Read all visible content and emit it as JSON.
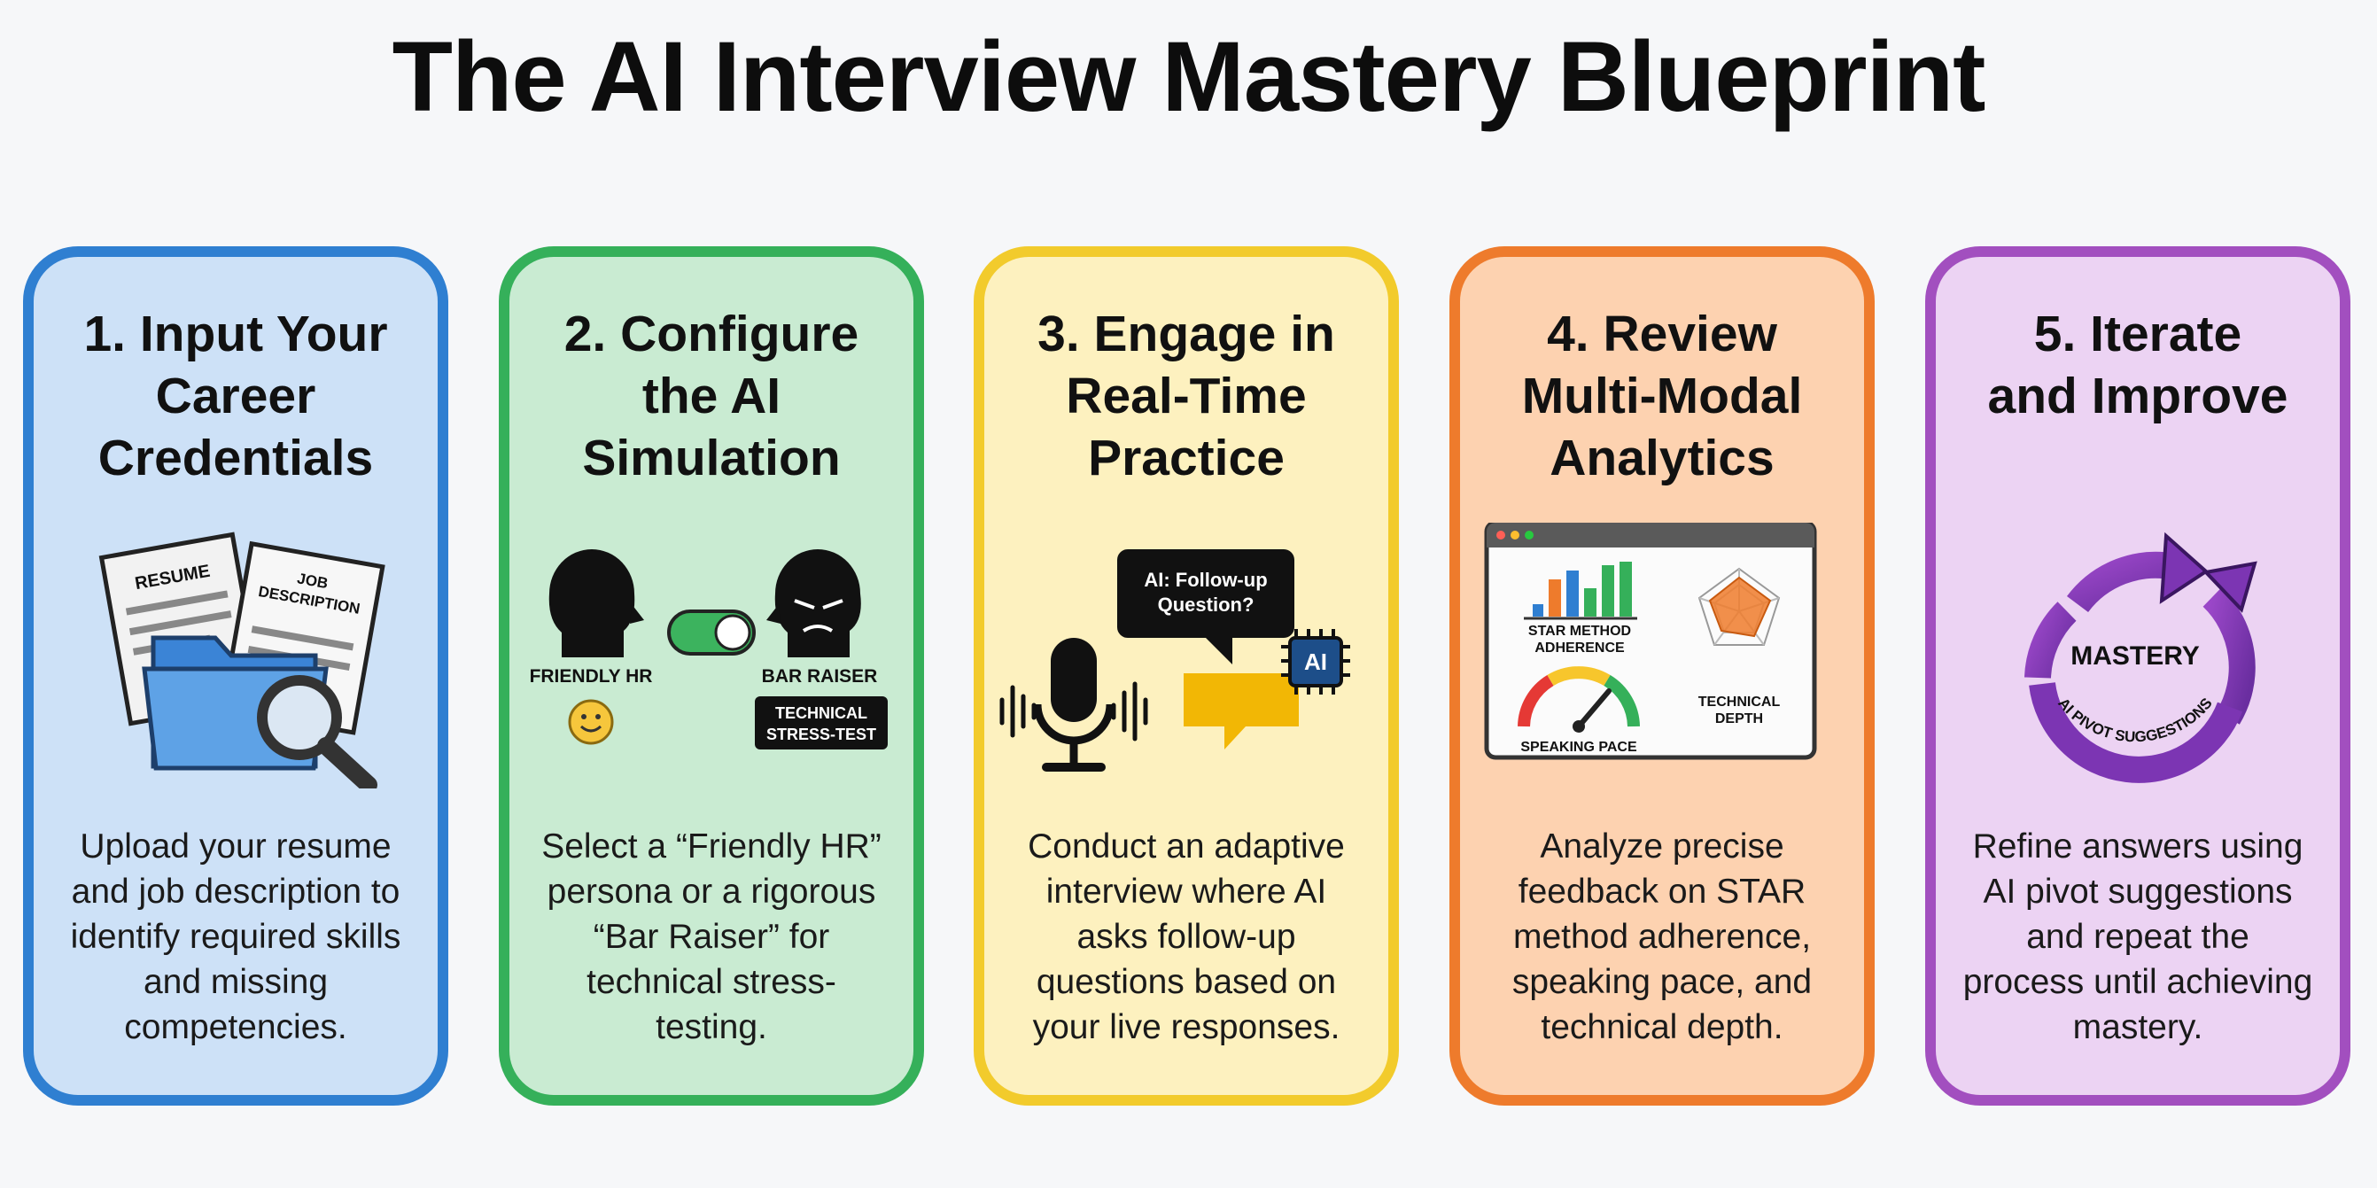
{
  "title": "The AI Interview Mastery Blueprint",
  "colors": {
    "blue": "#2f7fd1",
    "blue_bg": "#cde1f7",
    "green": "#35b05a",
    "green_bg": "#c9ebd2",
    "yellow": "#f2cb2c",
    "yellow_bg": "#fdf1bf",
    "orange": "#ee7b2c",
    "orange_bg": "#fdd2b0",
    "purple": "#a24fbf",
    "purple_bg": "#ecd3f3"
  },
  "steps": [
    {
      "title": "1. Input Your\nCareer\nCredentials",
      "description": "Upload your resume and job description to identify required skills and missing competencies.",
      "illustration": {
        "icons": [
          "resume-document-icon",
          "job-description-document-icon",
          "folder-icon",
          "magnifier-icon"
        ],
        "labels": {
          "resume": "RESUME",
          "job": "JOB",
          "description": "DESCRIPTION"
        }
      }
    },
    {
      "title": "2. Configure\nthe AI\nSimulation",
      "description": "Select a “Friendly HR” persona or a rigorous “Bar Raiser” for technical stress-testing.",
      "illustration": {
        "icons": [
          "friendly-head-icon",
          "toggle-switch-icon",
          "stern-head-icon",
          "smiley-icon"
        ],
        "labels": {
          "left": "FRIENDLY HR",
          "right": "BAR RAISER",
          "badge_line1": "TECHNICAL",
          "badge_line2": "STRESS-TEST"
        }
      }
    },
    {
      "title": "3. Engage in\nReal-Time\nPractice",
      "description": "Conduct an adaptive interview where AI asks follow-up questions based on your live responses.",
      "illustration": {
        "icons": [
          "microphone-icon",
          "sound-wave-icon",
          "speech-bubble-icon",
          "ai-chip-icon"
        ],
        "labels": {
          "bubble_line1": "AI: Follow-up",
          "bubble_line2": "Question?",
          "chip": "AI"
        }
      }
    },
    {
      "title": "4. Review\nMulti-Modal\nAnalytics",
      "description": "Analyze precise feedback on STAR method adherence, speaking pace, and technical depth.",
      "illustration": {
        "icons": [
          "bar-chart-icon",
          "radar-chart-icon",
          "gauge-icon",
          "browser-window-icon"
        ],
        "labels": {
          "star1": "STAR METHOD",
          "star2": "ADHERENCE",
          "pace": "SPEAKING PACE",
          "tech1": "TECHNICAL",
          "tech2": "DEPTH"
        }
      }
    },
    {
      "title": "5. Iterate\nand Improve",
      "description": "Refine answers using AI pivot suggestions and repeat the process until achieving mastery.",
      "illustration": {
        "icons": [
          "cycle-arrow-icon"
        ],
        "labels": {
          "center": "MASTERY",
          "arc": "AI PIVOT SUGGESTIONS"
        }
      }
    }
  ]
}
